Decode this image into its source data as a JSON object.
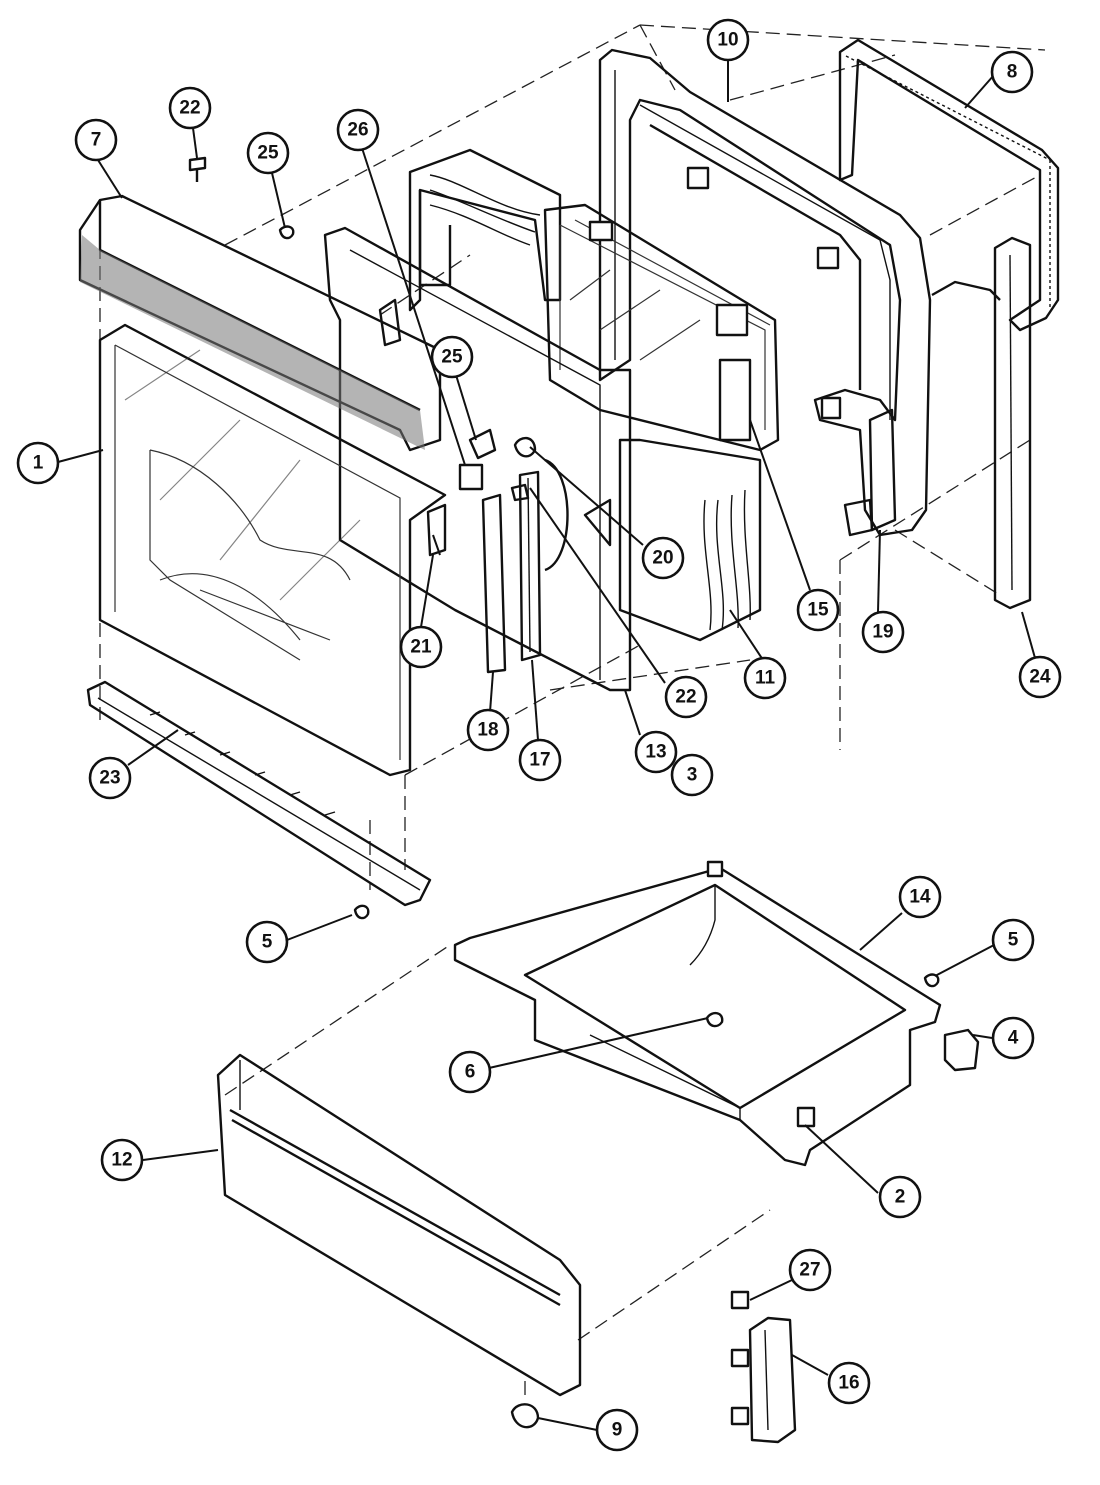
{
  "diagram": {
    "callouts": [
      {
        "id": "c1",
        "label": "1"
      },
      {
        "id": "c2",
        "label": "2"
      },
      {
        "id": "c3",
        "label": "3"
      },
      {
        "id": "c4",
        "label": "4"
      },
      {
        "id": "c5a",
        "label": "5"
      },
      {
        "id": "c5b",
        "label": "5"
      },
      {
        "id": "c6",
        "label": "6"
      },
      {
        "id": "c7",
        "label": "7"
      },
      {
        "id": "c8",
        "label": "8"
      },
      {
        "id": "c9",
        "label": "9"
      },
      {
        "id": "c10",
        "label": "10"
      },
      {
        "id": "c11",
        "label": "11"
      },
      {
        "id": "c12",
        "label": "12"
      },
      {
        "id": "c13",
        "label": "13"
      },
      {
        "id": "c14",
        "label": "14"
      },
      {
        "id": "c15",
        "label": "15"
      },
      {
        "id": "c16",
        "label": "16"
      },
      {
        "id": "c17",
        "label": "17"
      },
      {
        "id": "c18",
        "label": "18"
      },
      {
        "id": "c19",
        "label": "19"
      },
      {
        "id": "c20",
        "label": "20"
      },
      {
        "id": "c21",
        "label": "21"
      },
      {
        "id": "c22a",
        "label": "22"
      },
      {
        "id": "c22b",
        "label": "22"
      },
      {
        "id": "c23",
        "label": "23"
      },
      {
        "id": "c24",
        "label": "24"
      },
      {
        "id": "c25a",
        "label": "25"
      },
      {
        "id": "c25b",
        "label": "25"
      },
      {
        "id": "c26",
        "label": "26"
      },
      {
        "id": "c27",
        "label": "27"
      }
    ]
  }
}
